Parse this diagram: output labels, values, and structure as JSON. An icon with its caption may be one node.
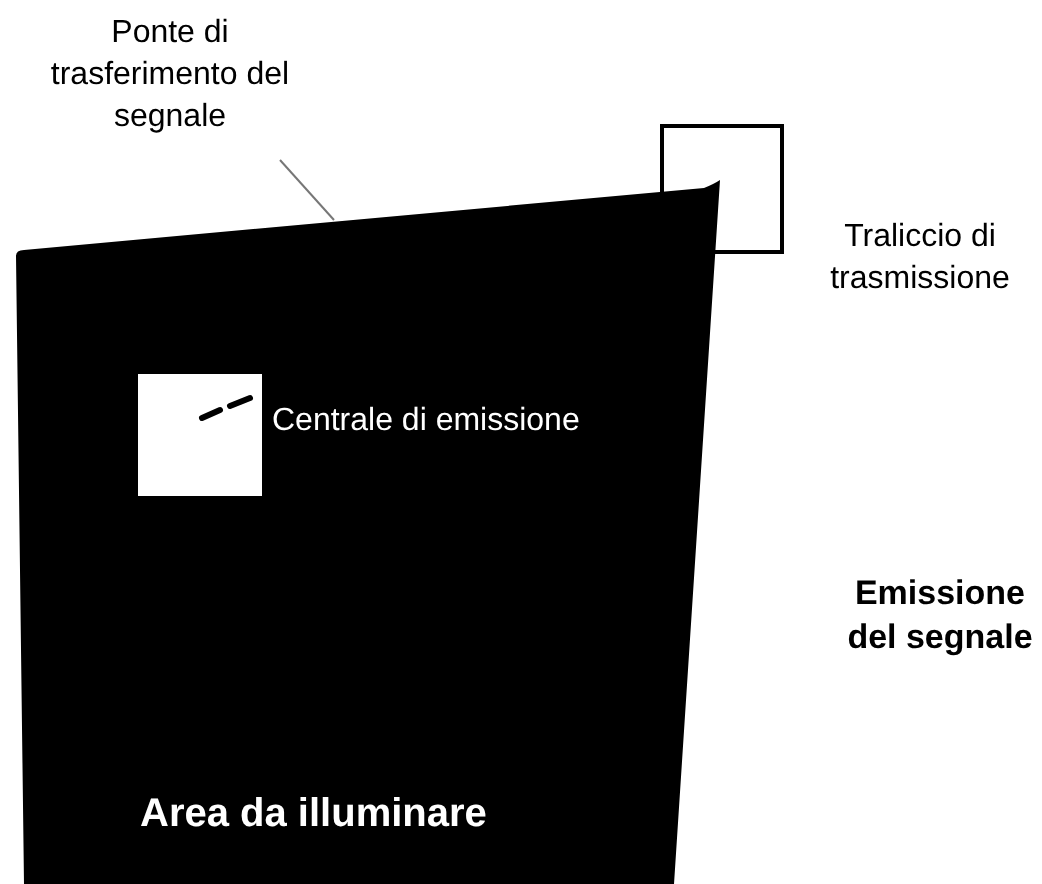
{
  "diagram": {
    "nodes": [
      {
        "text": [
          "Ponte di trasferimento del segnale"
        ]
      },
      {
        "text": [
          "Traliccio di trasmissione"
        ]
      },
      {
        "text": [
          "Area da illuminare"
        ]
      },
      {
        "text": [],
        "shape": "box",
        "in": 2,
        "beside": [
          "Centrale di emissione"
        ]
      }
    ],
    "edges": [
      {
        "from": 0,
        "to": 2,
        "arrow": "none"
      }
    ],
    "labels": [
      "Emissione del segnale"
    ]
  }
}
